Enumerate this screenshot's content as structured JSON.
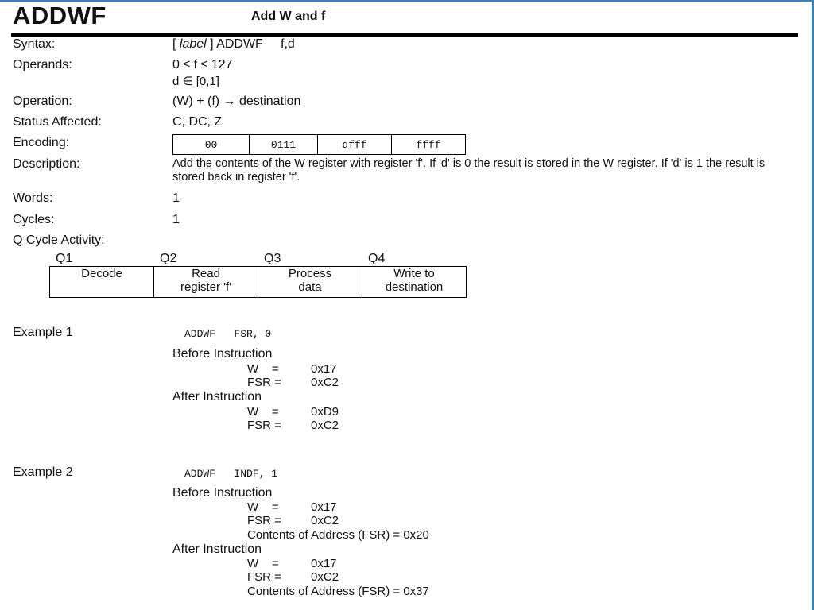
{
  "header": {
    "mnemonic": "ADDWF",
    "subtitle": "Add W and f"
  },
  "fields": {
    "syntax_label": "Syntax:",
    "syntax_pre": "[ ",
    "syntax_label_italic": "label",
    "syntax_post": " ] ADDWF     f,d",
    "operands_label": "Operands:",
    "operands_line1": "0 ≤ f ≤ 127",
    "operands_line2": "d ∈ [0,1]",
    "operation_label": "Operation:",
    "operation_value": "(W) + (f) → destination",
    "status_label": "Status Affected:",
    "status_value": "C, DC, Z",
    "encoding_label": "Encoding:",
    "encoding_cells": [
      "00",
      "0111",
      "dfff",
      "ffff"
    ],
    "description_label": "Description:",
    "description_value": "Add the contents of the W register with register 'f'. If 'd' is 0 the result is stored in the W register. If 'd' is 1 the result is stored back in register 'f'.",
    "words_label": "Words:",
    "words_value": "1",
    "cycles_label": "Cycles:",
    "cycles_value": "1",
    "qcycle_label": "Q Cycle Activity:"
  },
  "q_cycle": {
    "headers": [
      "Q1",
      "Q2",
      "Q3",
      "Q4"
    ],
    "cells": [
      [
        "Decode",
        ""
      ],
      [
        "Read",
        "register 'f'"
      ],
      [
        "Process",
        "data"
      ],
      [
        "Write to",
        "destination"
      ]
    ]
  },
  "example1": {
    "label": "Example 1",
    "code": "ADDWF   FSR, 0",
    "before_title": "Before Instruction",
    "before": [
      [
        "W    =",
        "0x17"
      ],
      [
        "FSR =",
        "0xC2"
      ]
    ],
    "after_title": "After Instruction",
    "after": [
      [
        "W    =",
        "0xD9"
      ],
      [
        "FSR =",
        "0xC2"
      ]
    ]
  },
  "example2": {
    "label": "Example 2",
    "code": "ADDWF   INDF, 1",
    "before_title": "Before Instruction",
    "before": [
      [
        "W    =",
        "0x17"
      ],
      [
        "FSR =",
        "0xC2"
      ]
    ],
    "before_contents": "Contents of Address (FSR) = 0x20",
    "after_title": "After Instruction",
    "after": [
      [
        "W    =",
        "0x17"
      ],
      [
        "FSR =",
        "0xC2"
      ]
    ],
    "after_contents": "Contents of Address (FSR) = 0x37"
  }
}
